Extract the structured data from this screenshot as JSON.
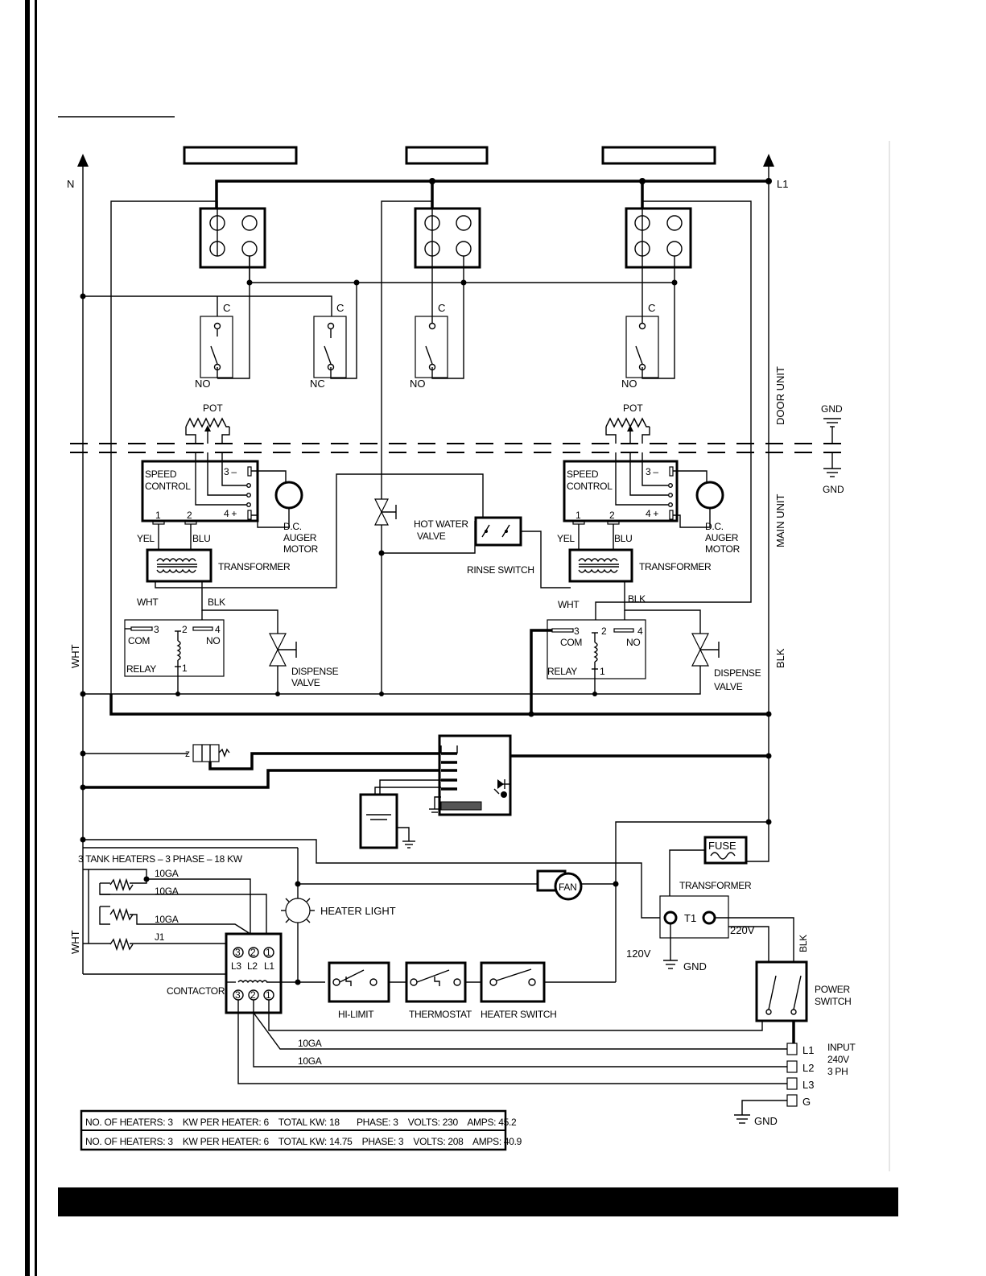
{
  "rails": {
    "neutral": "N",
    "line1": "L1"
  },
  "sections": {
    "door_unit": "DOOR UNIT",
    "main_unit": "MAIN UNIT",
    "blk_rail": "BLK",
    "wht_rail_upper": "WHT",
    "wht_rail_lower": "WHT"
  },
  "switches": [
    {
      "common": "C",
      "contact": "NO"
    },
    {
      "common": "C",
      "contact": "NC"
    },
    {
      "common": "C",
      "contact": "NO"
    },
    {
      "common": "C",
      "contact": "NO"
    }
  ],
  "ground": {
    "top": "GND",
    "bottom": "GND"
  },
  "left_control": {
    "pot": "POT",
    "speed_control_1": "SPEED",
    "speed_control_2": "CONTROL",
    "term_3": "3 –",
    "term_4": "4 +",
    "term_1": "1",
    "term_2": "2",
    "yel": "YEL",
    "blu": "BLU",
    "transformer": "TRANSFORMER",
    "wht": "WHT",
    "blk": "BLK",
    "motor_1": "D.C.",
    "motor_2": "AUGER",
    "motor_3": "MOTOR",
    "relay_3": "3",
    "relay_2": "2",
    "relay_4": "4",
    "relay_1": "1",
    "com": "COM",
    "no": "NO",
    "relay": "RELAY",
    "dispense_1": "DISPENSE",
    "dispense_2": "VALVE"
  },
  "right_control": {
    "pot": "POT",
    "speed_control_1": "SPEED",
    "speed_control_2": "CONTROL",
    "term_3": "3 –",
    "term_4": "4 +",
    "term_1": "1",
    "term_2": "2",
    "yel": "YEL",
    "blu": "BLU",
    "transformer": "TRANSFORMER",
    "wht": "WHT",
    "blk": "BLK",
    "motor_1": "D.C.",
    "motor_2": "AUGER",
    "motor_3": "MOTOR",
    "relay_3": "3",
    "relay_2": "2",
    "relay_4": "4",
    "relay_1": "1",
    "com": "COM",
    "no": "NO",
    "relay": "RELAY",
    "dispense_1": "DISPENSE",
    "dispense_2": "VALVE"
  },
  "hot_water": {
    "line1": "HOT WATER",
    "line2": "VALVE",
    "rinse_switch": "RINSE SWITCH"
  },
  "heaters": {
    "title": "3 TANK HEATERS – 3 PHASE – 18 KW",
    "gauge_1": "10GA",
    "gauge_2": "10GA",
    "gauge_3": "10GA",
    "jumper": "J1",
    "heater_light": "HEATER LIGHT",
    "fan": "FAN",
    "contactor": "CONTACTOR",
    "l3": "L3",
    "l2": "L2",
    "l1": "L1",
    "t3": "3",
    "t2": "2",
    "t1": "1",
    "hi_limit": "HI-LIMIT",
    "thermostat": "THERMOSTAT",
    "heater_switch": "HEATER SWITCH",
    "supply_gauge_1": "10GA",
    "supply_gauge_2": "10GA"
  },
  "power": {
    "fuse": "FUSE",
    "transformer": "TRANSFORMER",
    "t1": "T1",
    "v120": "120V",
    "v220": "220V",
    "gnd": "GND",
    "blk": "BLK",
    "power_switch_1": "POWER",
    "power_switch_2": "SWITCH",
    "input_1": "INPUT",
    "input_2": "240V",
    "input_3": "3 PH",
    "l1": "L1",
    "l2": "L2",
    "l3": "L3",
    "g": "G",
    "ground": "GND"
  },
  "spec_table": [
    "NO. OF HEATERS: 3    KW PER HEATER: 6    TOTAL KW: 18       PHASE: 3    VOLTS: 230    AMPS: 45.2",
    "NO. OF HEATERS: 3    KW PER HEATER: 6    TOTAL KW: 14.75    PHASE: 3    VOLTS: 208    AMPS: 40.9"
  ]
}
